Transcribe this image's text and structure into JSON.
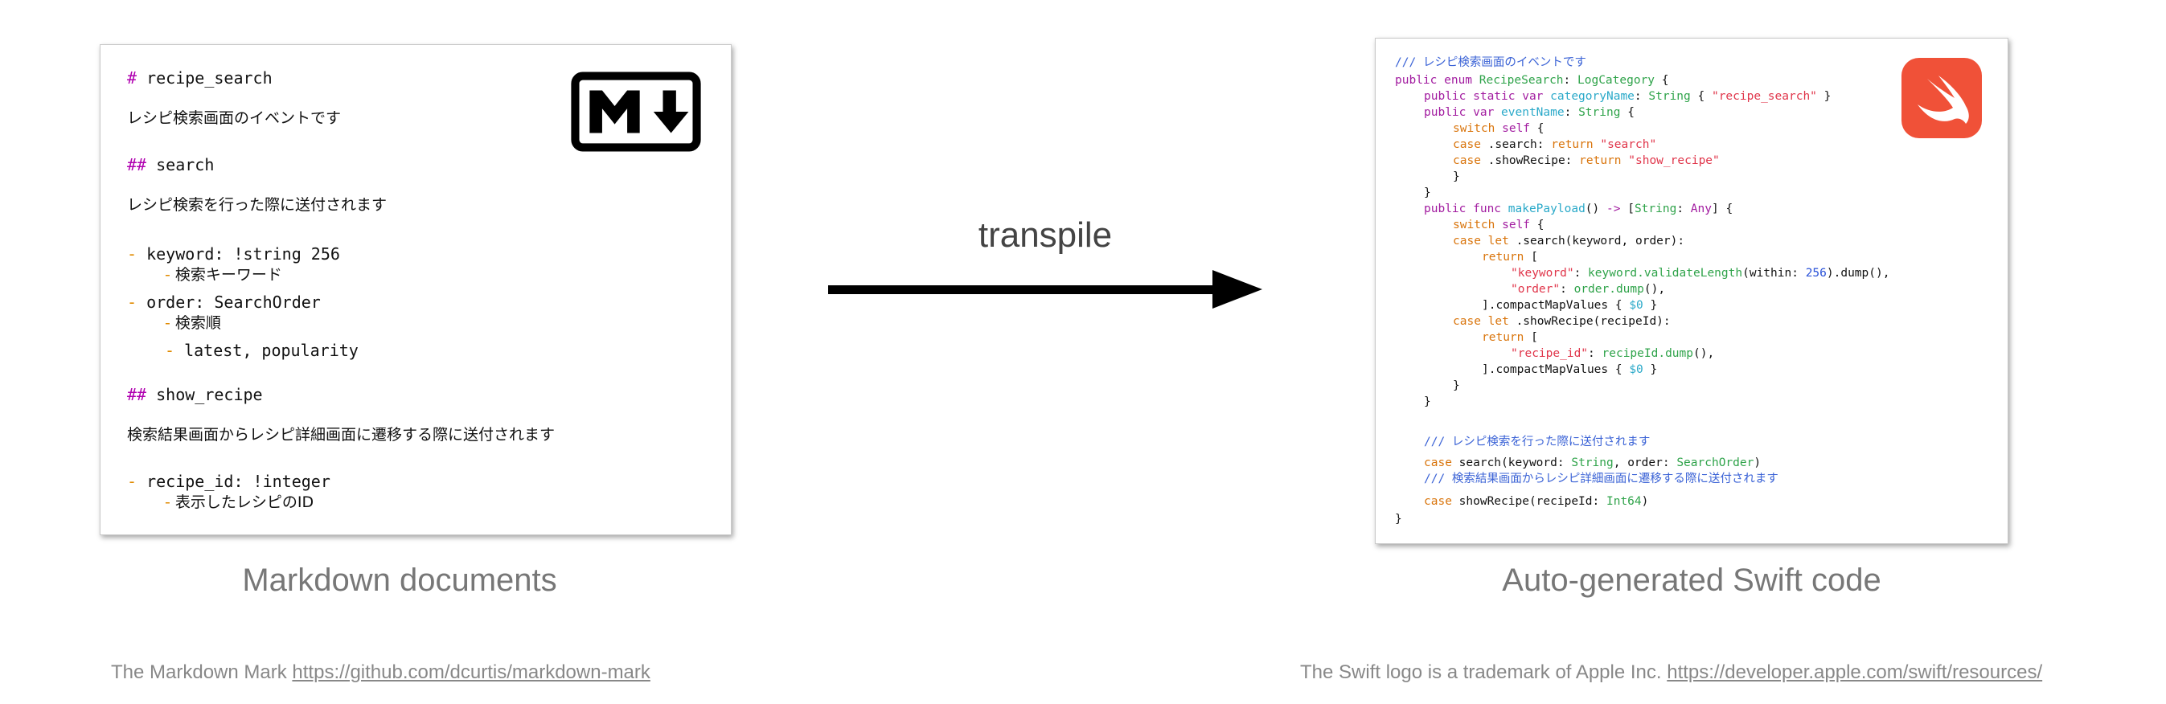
{
  "markdown_panel": {
    "lines": [
      {
        "marker": "#",
        "text": " recipe_search"
      },
      {
        "text": "レシピ検索画面のイベントです"
      },
      {
        "marker": "##",
        "text": " search"
      },
      {
        "text": "レシピ検索を行った際に送付されます"
      },
      {
        "marker": "-",
        "text": " keyword: !string 256"
      },
      {
        "marker": "-",
        "text": " 検索キーワード"
      },
      {
        "marker": "-",
        "text": " order: SearchOrder"
      },
      {
        "marker": "-",
        "text": " 検索順"
      },
      {
        "marker": "-",
        "text": " latest, popularity"
      },
      {
        "marker": "##",
        "text": " show_recipe"
      },
      {
        "text": "検索結果画面からレシピ詳細画面に遷移する際に送付されます"
      },
      {
        "marker": "-",
        "text": " recipe_id: !integer"
      },
      {
        "marker": "-",
        "text": " 表示したレシピのID"
      }
    ],
    "logo_icon": "markdown-mark-icon"
  },
  "swift_panel": {
    "logo_icon": "swift-logo-icon",
    "code": [
      "/// レシピ検索画面のイベントです",
      "public enum RecipeSearch: LogCategory {",
      "public static var categoryName: String { \"recipe_search\" }",
      "public var eventName: String {",
      "switch self {",
      "case .search: return \"search\"",
      "case .showRecipe: return \"show_recipe\"",
      "}",
      "}",
      "public func makePayload() -> [String: Any] {",
      "switch self {",
      "case let .search(keyword, order):",
      "return [",
      "\"keyword\": keyword.validateLength(within: 256).dump(),",
      "\"order\": order.dump(),",
      "].compactMapValues { $0 }",
      "case let .showRecipe(recipeId):",
      "return [",
      "\"recipe_id\": recipeId.dump(),",
      "].compactMapValues { $0 }",
      "}",
      "}",
      "/// レシピ検索を行った際に送付されます",
      "case search(keyword: String, order: SearchOrder)",
      "/// 検索結果画面からレシピ詳細画面に遷移する際に送付されます",
      "case showRecipe(recipeId: Int64)",
      "}"
    ]
  },
  "arrow": {
    "label": "transpile"
  },
  "captions": {
    "markdown": "Markdown documents",
    "swift": "Auto-generated Swift code"
  },
  "credits": {
    "markdown_prefix": "The Markdown Mark ",
    "markdown_link": "https://github.com/dcurtis/markdown-mark",
    "swift_prefix": "The Swift logo is a trademark of Apple Inc.  ",
    "swift_link": "https://developer.apple.com/swift/resources/"
  },
  "colors": {
    "keyword": "#a21ca0",
    "comment": "#3b63d6",
    "type": "#2fa34a",
    "string": "#e0354a",
    "swift_orange": "#f05138",
    "markdown_marker": "#b000b0",
    "list_dash": "#e08a00"
  }
}
